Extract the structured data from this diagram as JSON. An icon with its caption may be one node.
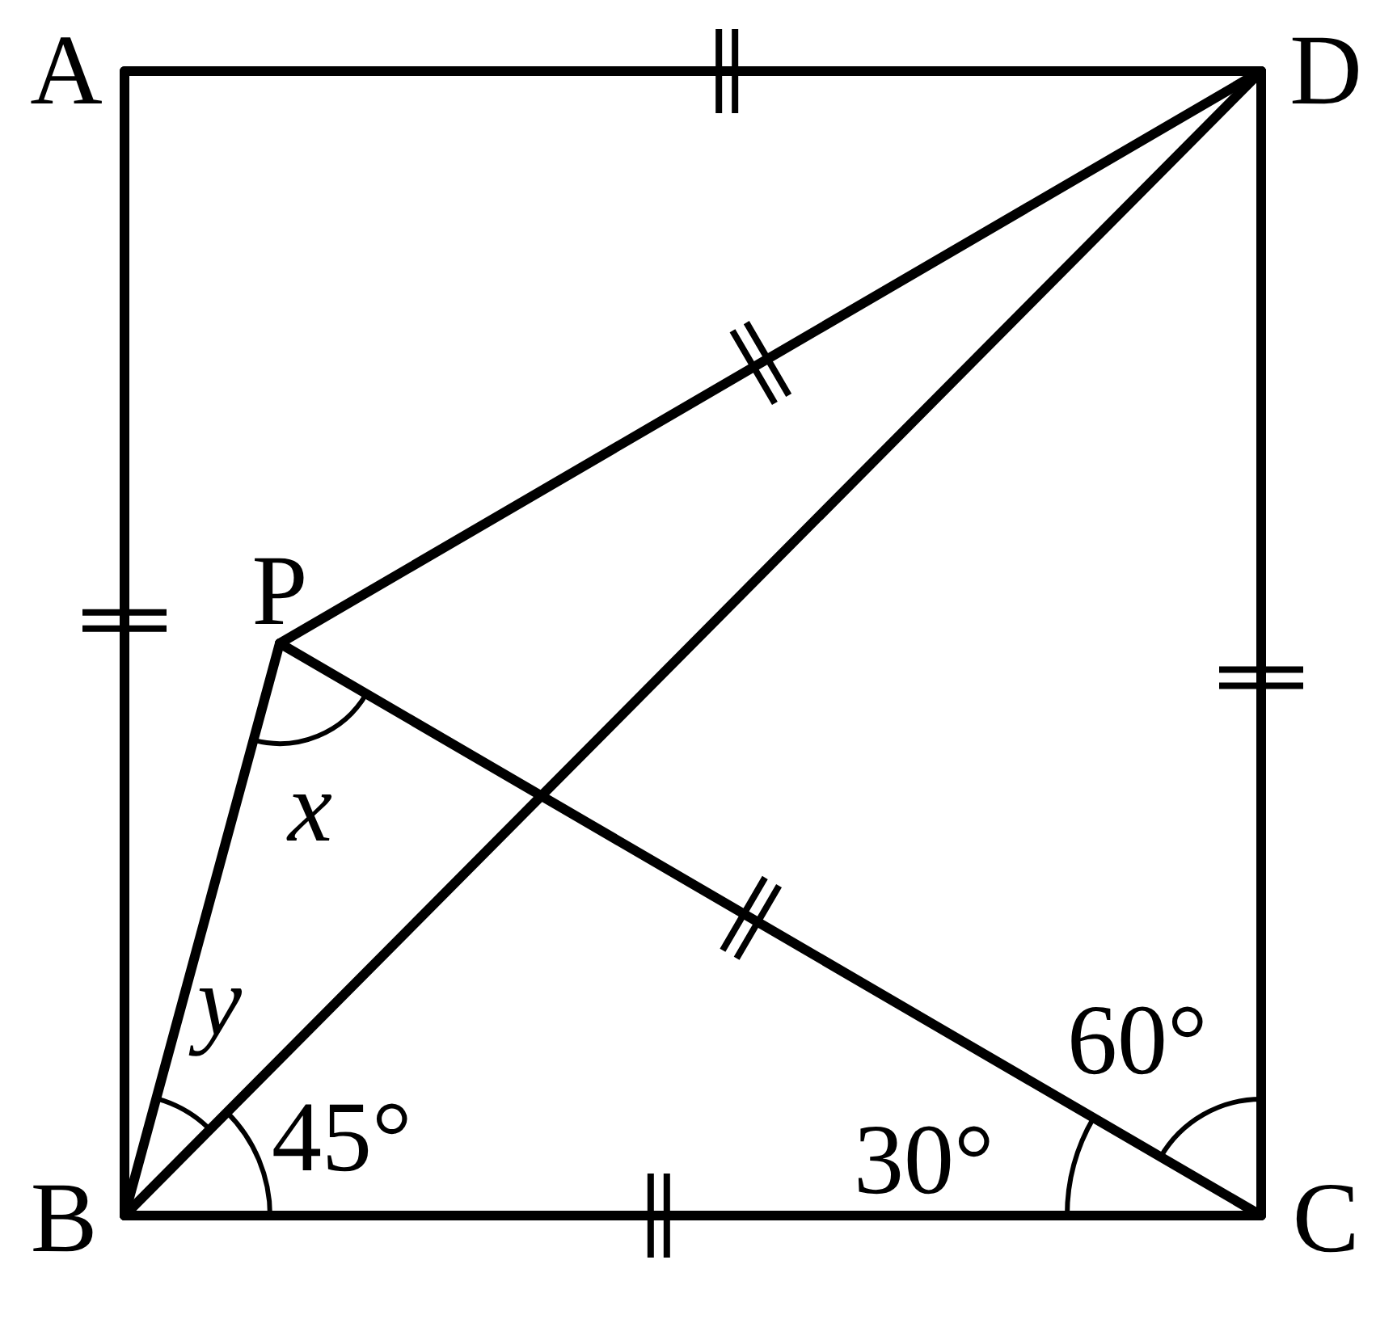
{
  "diagram": {
    "nodes": [
      {
        "text": [
          "A"
        ]
      },
      {
        "text": [
          "D"
        ]
      },
      {
        "text": [
          "P"
        ]
      },
      {
        "text": [
          "B"
        ]
      },
      {
        "text": [
          "C"
        ]
      }
    ],
    "edges": [
      {
        "from": 0,
        "to": 1,
        "arrow": "none"
      },
      {
        "from": 0,
        "to": 3,
        "arrow": "none"
      },
      {
        "from": 1,
        "to": 4,
        "arrow": "none"
      },
      {
        "from": 3,
        "to": 4,
        "arrow": "none"
      },
      {
        "from": 2,
        "to": 1,
        "arrow": "none"
      },
      {
        "from": 2,
        "to": 3,
        "arrow": "none"
      },
      {
        "from": 2,
        "to": 4,
        "arrow": "none"
      },
      {
        "from": 3,
        "to": 1,
        "arrow": "none"
      }
    ],
    "labels": [
      "x",
      "y",
      "60°",
      "45°",
      "30°"
    ]
  }
}
